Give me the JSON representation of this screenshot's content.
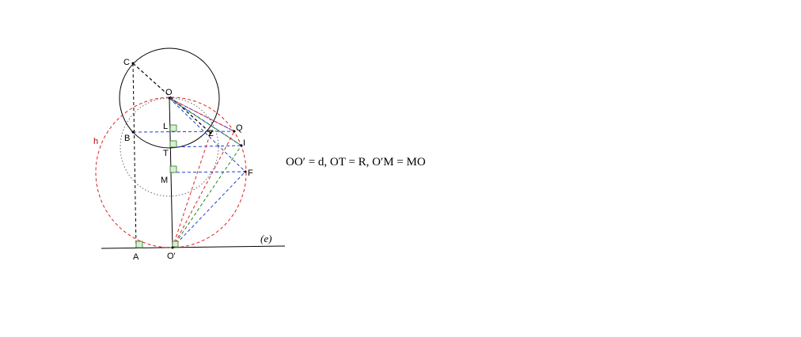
{
  "colors": {
    "solid": "#000000",
    "red": "#e02020",
    "green": "#1a8a1a",
    "blue": "#1f3fd0",
    "right_angle_fill": "#d8f0d0",
    "right_angle_stroke": "#2a7a2a",
    "dotted_circle": "#666666"
  },
  "labels": {
    "C": "C",
    "O": "O",
    "L": "L",
    "Z": "Z",
    "Q": "Q",
    "B": "B",
    "I": "I",
    "T": "T",
    "F": "F",
    "M": "M",
    "A": "A",
    "O_prime": "O'",
    "circle_h": "h",
    "line_e": "(e)"
  },
  "formula": "OO′ = d, OT = R, O′M = MO"
}
